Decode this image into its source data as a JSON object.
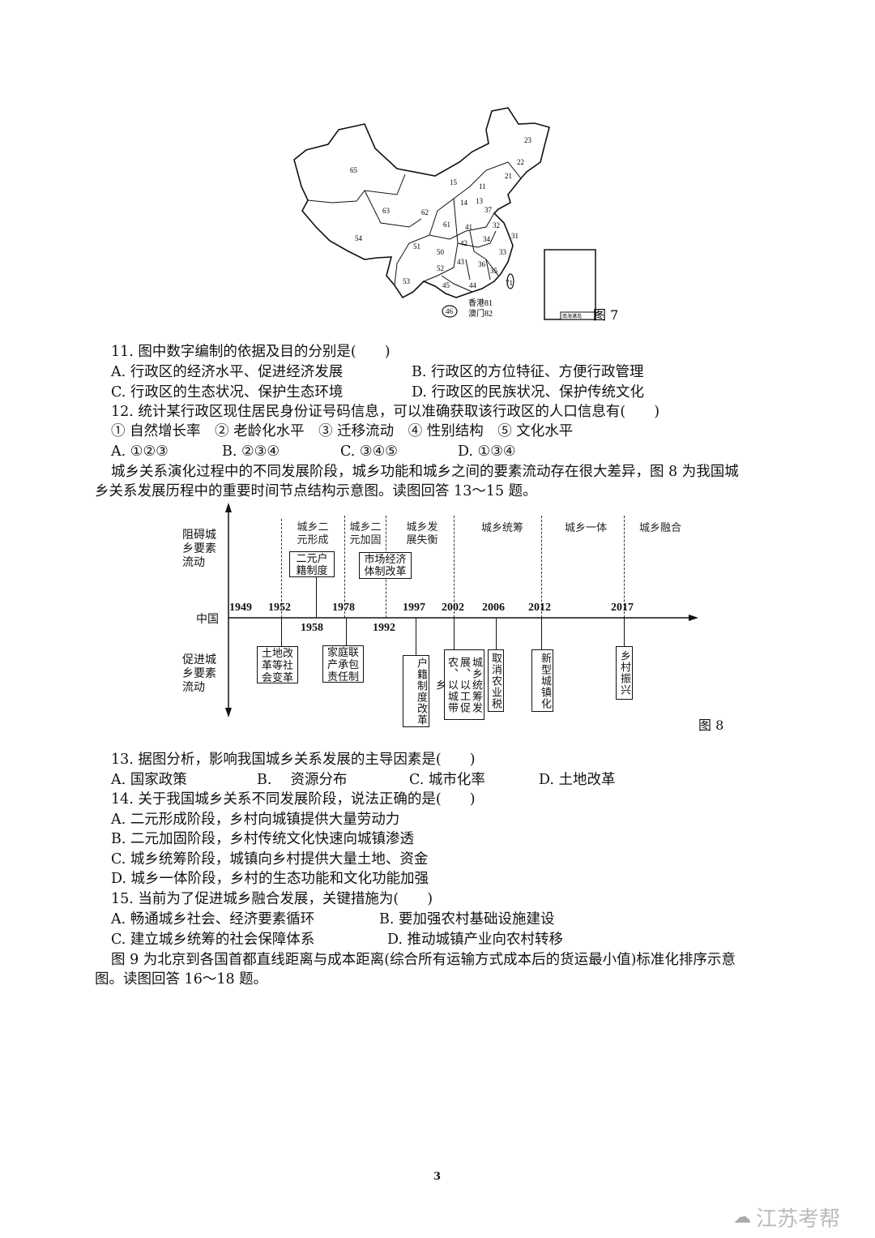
{
  "fig7": {
    "caption": "图 7",
    "inset_label": "南海诸岛",
    "hk": "香港81",
    "macau": "澳门82",
    "codes": [
      "65",
      "23",
      "22",
      "21",
      "15",
      "11",
      "13",
      "14",
      "37",
      "63",
      "62",
      "61",
      "41",
      "32",
      "31",
      "54",
      "34",
      "42",
      "51",
      "50",
      "33",
      "43",
      "36",
      "52",
      "35",
      "53",
      "45",
      "44",
      "71",
      "46"
    ]
  },
  "q11": {
    "stem": "11. 图中数字编制的依据及目的分别是(　　)",
    "A": "A. 行政区的经济水平、促进经济发展",
    "B": "B. 行政区的方位特征、方便行政管理",
    "C": "C. 行政区的生态状况、保护生态环境",
    "D": "D. 行政区的民族状况、保护传统文化"
  },
  "q12": {
    "stem": "12. 统计某行政区现住居民身份证号码信息，可以准确获取该行政区的人口信息有(　　)",
    "items": "①  自然增长率　②  老龄化水平　③  迁移流动　④  性别结构　⑤  文化水平",
    "A": "A. ①②③",
    "B": "B. ②③④",
    "C": "C. ③④⑤",
    "D": "D. ①③④"
  },
  "intro8": {
    "line1": "城乡关系演化过程中的不同发展阶段，城乡功能和城乡之间的要素流动存在很大差异，图 8 为我国城",
    "line2": "乡关系发展历程中的重要时间节点结构示意图。读图回答 13～15 题。"
  },
  "fig8": {
    "caption": "图 8",
    "top_side": "阻碍城乡要素流动",
    "bottom_side": "促进城乡要素流动",
    "axis_label": "中国",
    "stages": [
      "城乡二元形成",
      "城乡二元加固",
      "城乡发展失衡",
      "城乡统筹",
      "城乡一体",
      "城乡融合"
    ],
    "years": [
      "1949",
      "1952",
      "1958",
      "1978",
      "1992",
      "1997",
      "2002",
      "2006",
      "2012",
      "2017"
    ],
    "top_events": [
      "二元户籍制度",
      "市场经济体制改革"
    ],
    "bottom_events": [
      "土地改革等社会变革",
      "家庭联产承包责任制",
      "户籍制度改革",
      "城乡统筹发展、以工促农、以城带乡",
      "取消农业税",
      "新型城镇化",
      "乡村振兴"
    ]
  },
  "q13": {
    "stem": "13. 据图分析，影响我国城乡关系发展的主导因素是(　　)",
    "A": "A. 国家政策",
    "B": "B.　 资源分布",
    "C": "C. 城市化率",
    "D": "D. 土地改革"
  },
  "q14": {
    "stem": "14. 关于我国城乡关系不同发展阶段，说法正确的是(　　)",
    "A": "A. 二元形成阶段，乡村向城镇提供大量劳动力",
    "B": "B. 二元加固阶段，乡村传统文化快速向城镇渗透",
    "C": "C. 城乡统筹阶段，城镇向乡村提供大量土地、资金",
    "D": "D. 城乡一体阶段，乡村的生态功能和文化功能加强"
  },
  "q15": {
    "stem": "15. 当前为了促进城乡融合发展，关键措施为(　　)",
    "A": "A. 畅通城乡社会、经济要素循环",
    "B": "B. 要加强农村基础设施建设",
    "C": "C. 建立城乡统筹的社会保障体系",
    "D": "D. 推动城镇产业向农村转移"
  },
  "intro9": {
    "line1": "图 9 为北京到各国首都直线距离与成本距离(综合所有运输方式成本后的货运最小值)标准化排序示意",
    "line2": "图。读图回答 16～18 题。"
  },
  "footer": {
    "page": "3",
    "watermark": "江苏考帮"
  }
}
